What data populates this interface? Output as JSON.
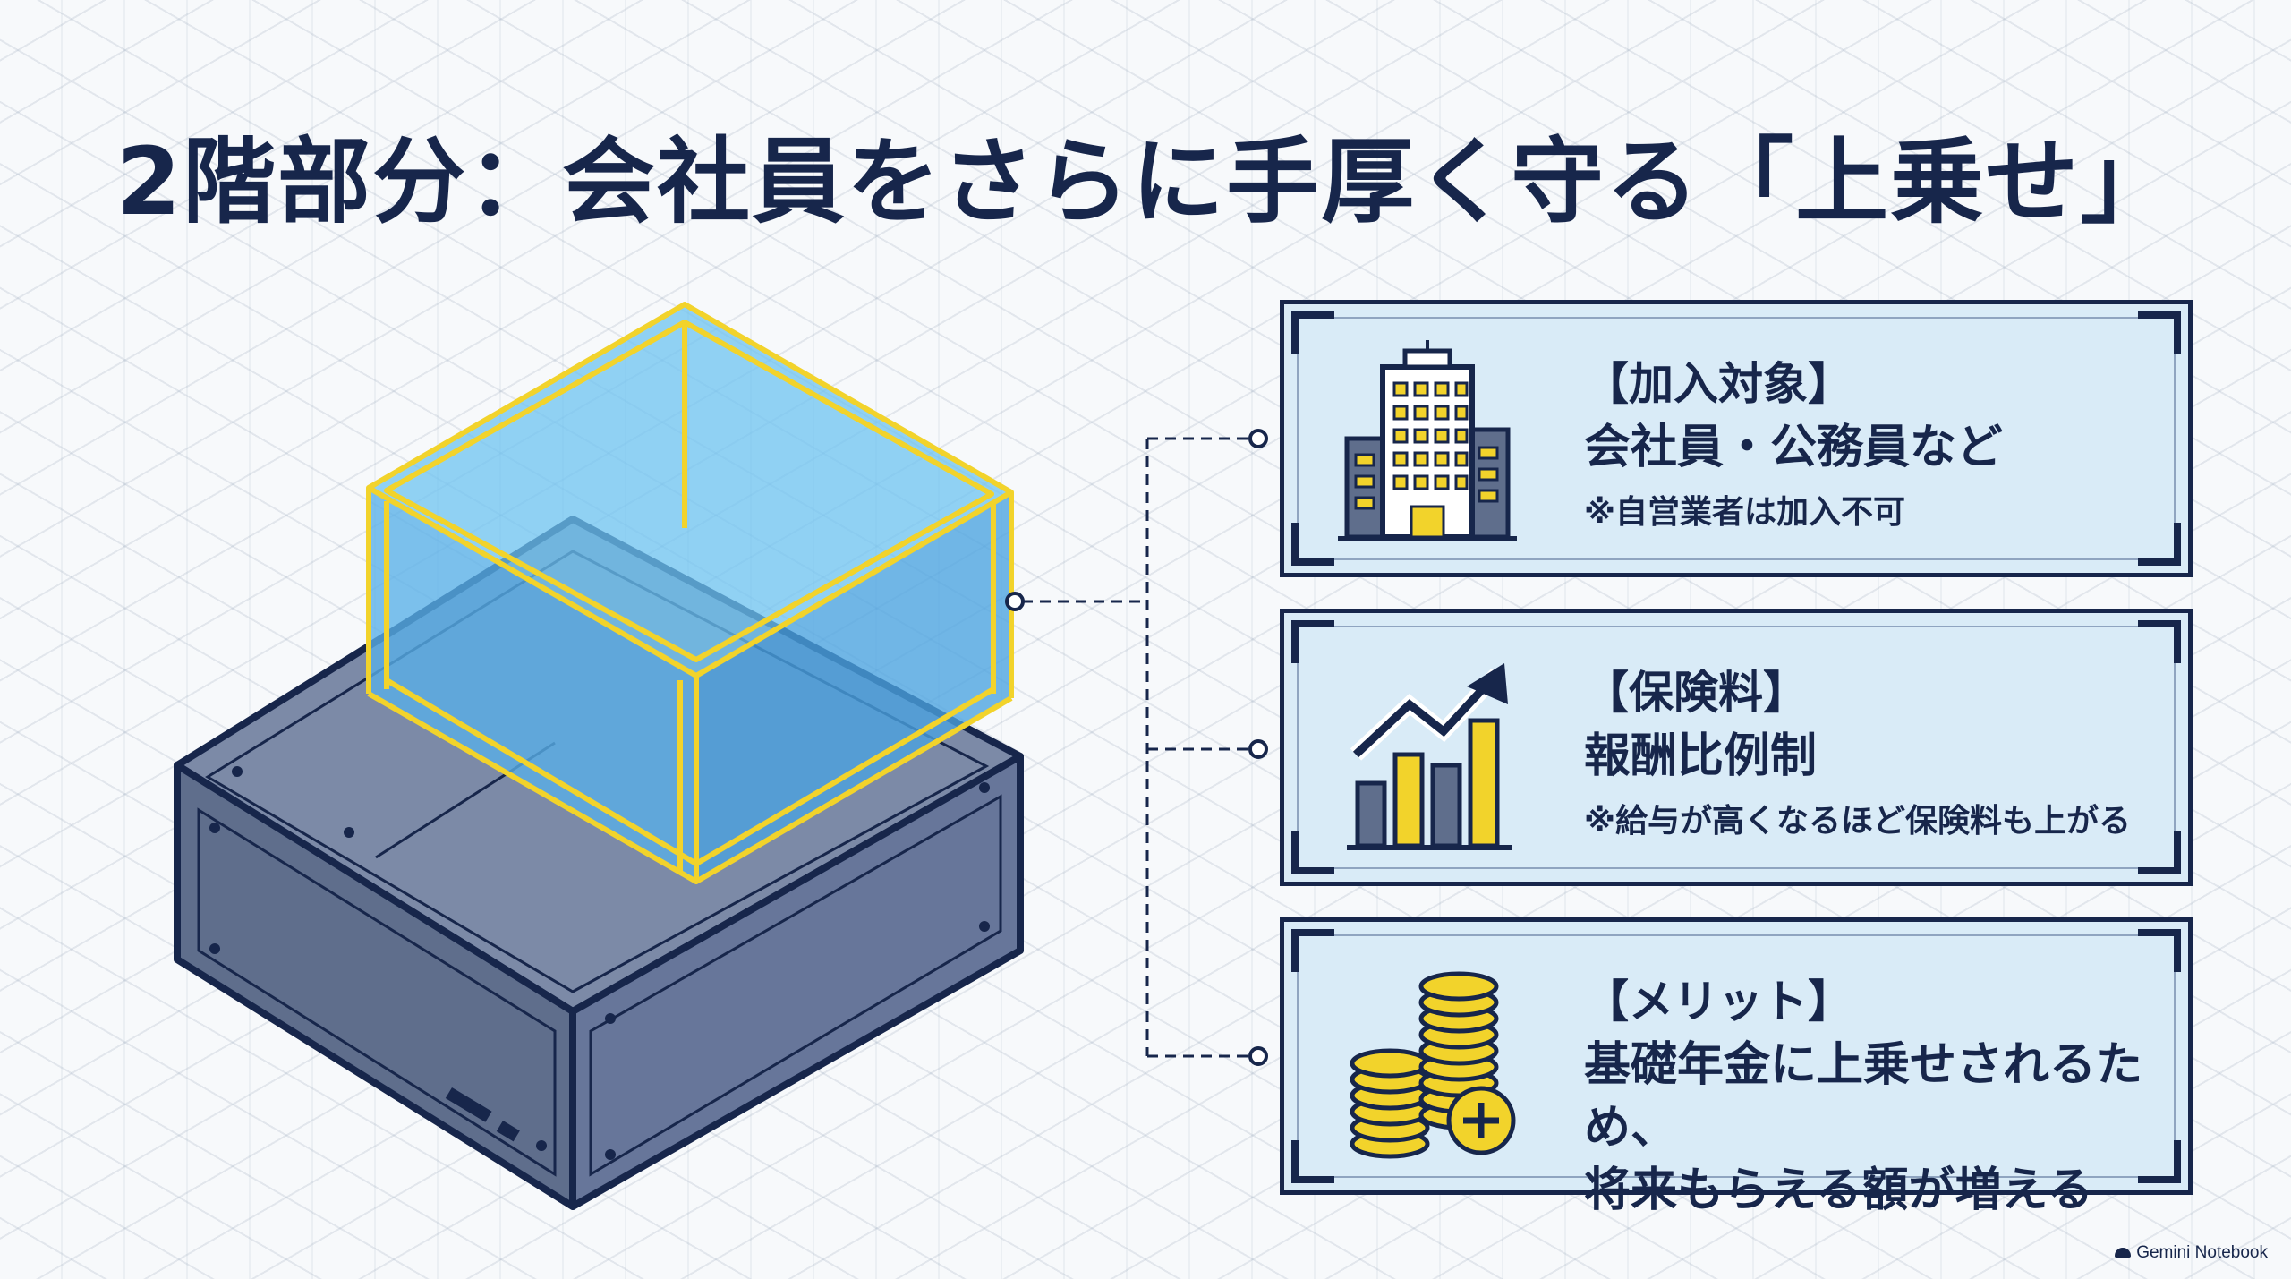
{
  "title": "2階部分：会社員をさらに手厚く守る「上乗せ」",
  "cards": [
    {
      "icon": "office-building-icon",
      "heading": "【加入対象】",
      "main_lines": [
        "会社員・公務員など"
      ],
      "note": "※自営業者は加入不可"
    },
    {
      "icon": "rising-bar-chart-icon",
      "heading": "【保険料】",
      "main_lines": [
        "報酬比例制"
      ],
      "note": "※給与が高くなるほど保険料も上がる"
    },
    {
      "icon": "coin-stacks-plus-icon",
      "heading": "【メリット】",
      "main_lines": [
        "基礎年金に上乗せされるため、",
        "将来もらえる額が増える"
      ],
      "note": ""
    }
  ],
  "illustration": {
    "base_block_icon": "foundation-block-icon",
    "upper_block_icon": "glowing-glass-box-icon"
  },
  "colors": {
    "navy": "#17264b",
    "card_fill": "#d9ebf7",
    "accent_yellow": "#f2d32b",
    "glass_blue": "#5ab4ec",
    "block_gray": "#5f6e8c"
  },
  "brand": "Gemini Notebook"
}
